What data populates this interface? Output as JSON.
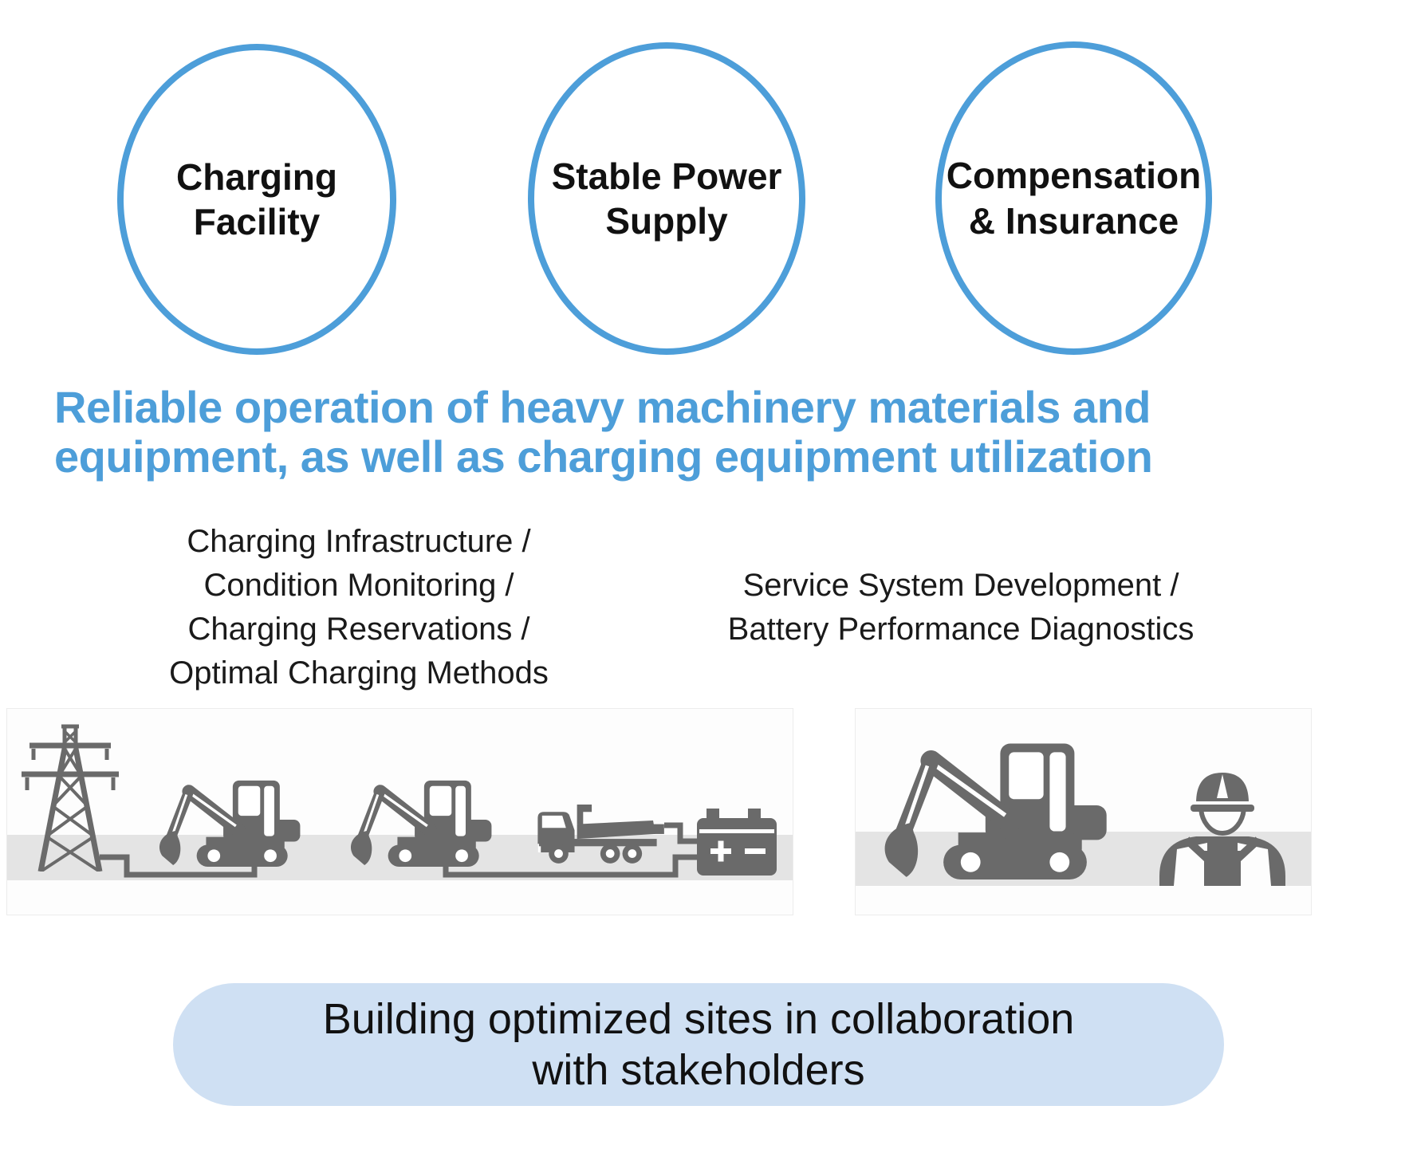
{
  "palette": {
    "accent_blue": "#4D9ED9",
    "pill_background": "#CFE0F3",
    "illustration_gray": "#6A6A6A",
    "ground_gray": "#E4E4E4",
    "text_black": "#1A1A1A"
  },
  "circles": [
    {
      "lines": [
        "Charging",
        "Facility"
      ]
    },
    {
      "lines": [
        "Stable Power",
        "Supply"
      ]
    },
    {
      "lines": [
        "Compensation",
        "& Insurance"
      ]
    }
  ],
  "headline": {
    "lines": [
      "Reliable operation of heavy machinery materials and",
      "equipment, as well as charging equipment utilization"
    ]
  },
  "descriptions": {
    "left": {
      "lines": [
        "Charging Infrastructure /",
        "Condition Monitoring /",
        "Charging Reservations /",
        "Optimal Charging Methods"
      ]
    },
    "right": {
      "lines": [
        "Service System Development /",
        "Battery Performance Diagnostics"
      ]
    }
  },
  "illustrations": {
    "left": {
      "icons": [
        "transmission-tower",
        "mini-excavator",
        "mini-excavator",
        "dump-truck",
        "battery"
      ]
    },
    "right": {
      "icons": [
        "mini-excavator",
        "construction-worker"
      ]
    }
  },
  "footer": {
    "lines": [
      "Building optimized sites in collaboration",
      "with stakeholders"
    ]
  }
}
